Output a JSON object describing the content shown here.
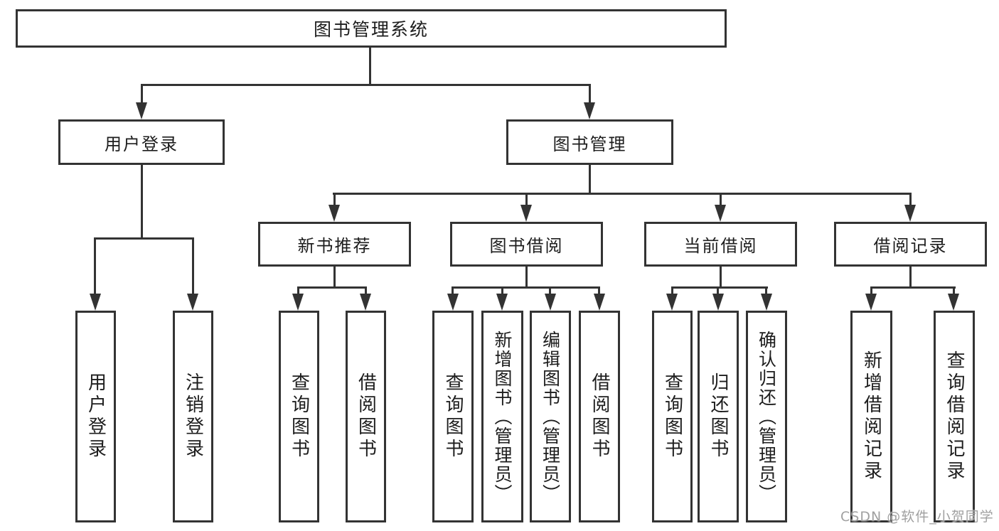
{
  "tree": {
    "root": "图书管理系统",
    "children": [
      {
        "label": "用户登录",
        "children": [
          "用户登录",
          "注销登录"
        ]
      },
      {
        "label": "图书管理",
        "children": [
          {
            "label": "新书推荐",
            "children": [
              "查询图书",
              "借阅图书"
            ]
          },
          {
            "label": "图书借阅",
            "children": [
              "查询图书",
              "新增图书（管理员）",
              "编辑图书（管理员）",
              "借阅图书"
            ]
          },
          {
            "label": "当前借阅",
            "children": [
              "查询图书",
              "归还图书",
              "确认归还（管理员）"
            ]
          },
          {
            "label": "借阅记录",
            "children": [
              "新增借阅记录",
              "查询借阅记录"
            ]
          }
        ]
      }
    ]
  },
  "watermark": {
    "text": "CSDN @软件_小贺同学"
  },
  "colors": {
    "line": "#333333",
    "text": "#1d1d1d",
    "box_background": "#ffffff",
    "watermark": "#a0a0a0",
    "page_background": "#ffffff"
  }
}
